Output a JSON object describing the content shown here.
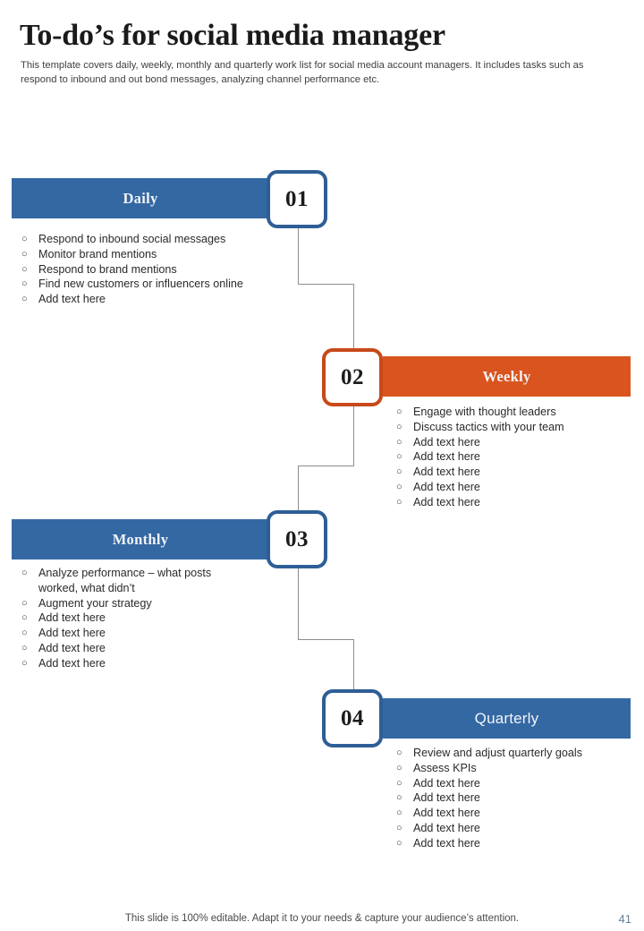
{
  "header": {
    "title": "To-do’s for social media manager",
    "subtitle": "This template covers daily, weekly,  monthly and quarterly work list for social media account managers. It includes tasks such as respond to inbound and out bond  messages, analyzing channel performance etc."
  },
  "colors": {
    "blue": "#3468A3",
    "blue_border": "#2E5E96",
    "orange": "#D9541F",
    "orange_border": "#C8491A",
    "connector": "#8d8d8d",
    "bar_text": "#F2F4F7",
    "page_number": "#6b7f99"
  },
  "sections": [
    {
      "number": "01",
      "label": "Daily",
      "side": "left",
      "accent": "blue",
      "bullet": "○",
      "items": [
        "Respond to inbound social messages",
        "Monitor brand mentions",
        "Respond to brand mentions",
        "Find new customers or influencers online",
        "Add text here"
      ]
    },
    {
      "number": "02",
      "label": "Weekly",
      "side": "right",
      "accent": "orange",
      "bullet": "○",
      "items": [
        "Engage with thought leaders",
        "Discuss tactics with your team",
        "Add text here",
        "Add text here",
        "Add text here",
        "Add text here",
        "Add text here"
      ]
    },
    {
      "number": "03",
      "label": "Monthly",
      "side": "left",
      "accent": "blue",
      "bullet": "○",
      "items": [
        "Analyze performance  – what posts worked,  what didn’t",
        "Augment your strategy",
        "Add text here",
        "Add text here",
        "Add text here",
        "Add text here"
      ]
    },
    {
      "number": "04",
      "label": "Quarterly",
      "side": "right",
      "accent": "blue",
      "bullet": "○",
      "items": [
        "Review and adjust quarterly goals",
        "Assess KPIs",
        "Add text here",
        "Add text here",
        "Add text here",
        "Add text here",
        "Add text here"
      ]
    }
  ],
  "footer": {
    "note": "This slide is 100% editable. Adapt it to your needs & capture your audience’s attention.",
    "page_number": "41"
  }
}
